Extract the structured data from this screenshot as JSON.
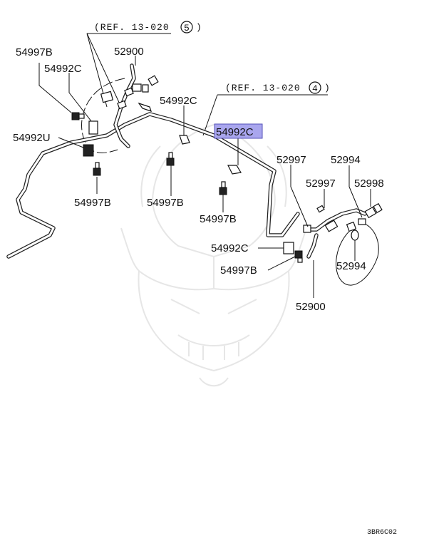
{
  "references": [
    {
      "id": "ref-top",
      "text": "(REF. 13-020",
      "num": "5",
      "close": ")"
    },
    {
      "id": "ref-mid",
      "text": "(REF. 13-020",
      "num": "4",
      "close": ")"
    }
  ],
  "labels": {
    "l_54997B_a": "54997B",
    "l_52900_a": "52900",
    "l_54992C_a": "54992C",
    "l_54992C_b": "54992C",
    "l_54992U": "54992U",
    "l_54992C_hl": "54992C",
    "l_54997B_b": "54997B",
    "l_54997B_c": "54997B",
    "l_54997B_d": "54997B",
    "l_52997_a": "52997",
    "l_52994_a": "52994",
    "l_52997_b": "52997",
    "l_52998": "52998",
    "l_54992C_c": "54992C",
    "l_54997B_e": "54997B",
    "l_52994_b": "52994",
    "l_52900_b": "52900"
  },
  "diagram_code": "3BR6C02",
  "colors": {
    "highlight_fill": "#a9a6ee",
    "highlight_stroke": "#5552b8",
    "line": "#111111"
  }
}
